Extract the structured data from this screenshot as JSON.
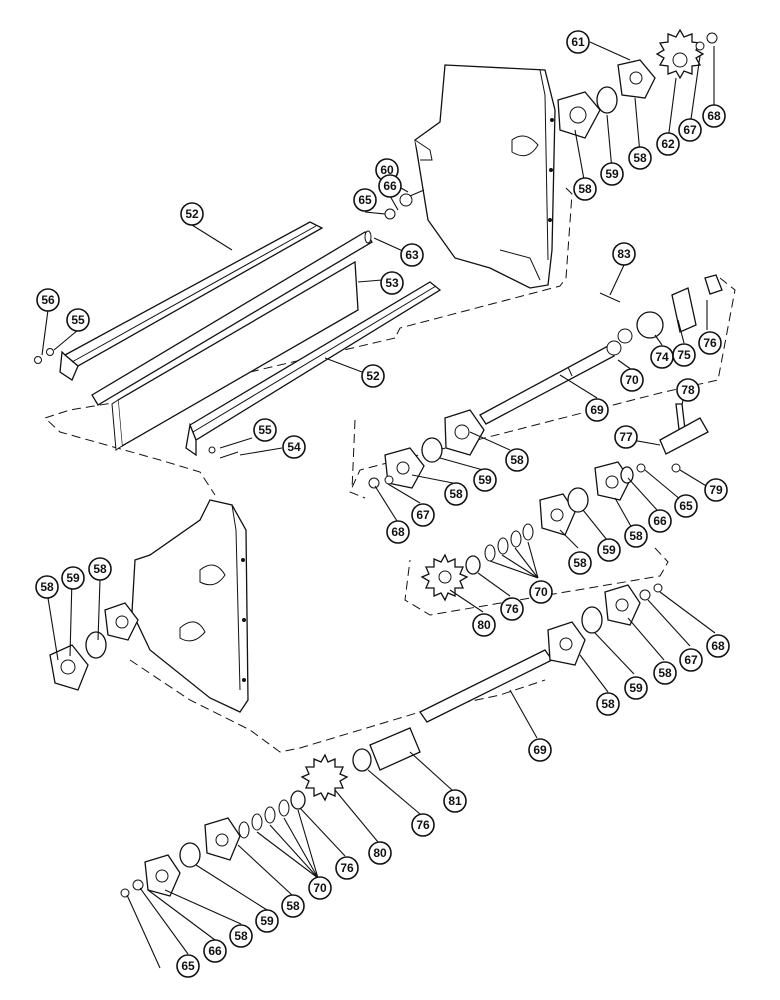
{
  "callouts": [
    {
      "id": "c61a",
      "label": "61"
    },
    {
      "id": "c62",
      "label": "62"
    },
    {
      "id": "c67a",
      "label": "67"
    },
    {
      "id": "c68a",
      "label": "68"
    },
    {
      "id": "c58a",
      "label": "58"
    },
    {
      "id": "c59a",
      "label": "59"
    },
    {
      "id": "c58b",
      "label": "58"
    },
    {
      "id": "c60",
      "label": "60"
    },
    {
      "id": "c66a",
      "label": "66"
    },
    {
      "id": "c65a",
      "label": "65"
    },
    {
      "id": "c63",
      "label": "63"
    },
    {
      "id": "c52a",
      "label": "52"
    },
    {
      "id": "c53",
      "label": "53"
    },
    {
      "id": "c52b",
      "label": "52"
    },
    {
      "id": "c56",
      "label": "56"
    },
    {
      "id": "c55a",
      "label": "55"
    },
    {
      "id": "c55b",
      "label": "55"
    },
    {
      "id": "c54",
      "label": "54"
    },
    {
      "id": "c83",
      "label": "83"
    },
    {
      "id": "c74",
      "label": "74"
    },
    {
      "id": "c75",
      "label": "75"
    },
    {
      "id": "c76a",
      "label": "76"
    },
    {
      "id": "c70a",
      "label": "70"
    },
    {
      "id": "c69a",
      "label": "69"
    },
    {
      "id": "c58c",
      "label": "58"
    },
    {
      "id": "c59b",
      "label": "59"
    },
    {
      "id": "c58d",
      "label": "58"
    },
    {
      "id": "c67b",
      "label": "67"
    },
    {
      "id": "c68b",
      "label": "68"
    },
    {
      "id": "c78",
      "label": "78"
    },
    {
      "id": "c77",
      "label": "77"
    },
    {
      "id": "c79",
      "label": "79"
    },
    {
      "id": "c65b",
      "label": "65"
    },
    {
      "id": "c66b",
      "label": "66"
    },
    {
      "id": "c58e",
      "label": "58"
    },
    {
      "id": "c59c",
      "label": "59"
    },
    {
      "id": "c58f",
      "label": "58"
    },
    {
      "id": "c70b",
      "label": "70"
    },
    {
      "id": "c76b",
      "label": "76"
    },
    {
      "id": "c80a",
      "label": "80"
    },
    {
      "id": "c58g",
      "label": "58"
    },
    {
      "id": "c59d",
      "label": "59"
    },
    {
      "id": "c58h",
      "label": "58"
    },
    {
      "id": "c67c",
      "label": "67"
    },
    {
      "id": "c68c",
      "label": "68"
    },
    {
      "id": "c58i",
      "label": "58"
    },
    {
      "id": "c59e",
      "label": "59"
    },
    {
      "id": "c58j",
      "label": "58"
    },
    {
      "id": "c69b",
      "label": "69"
    },
    {
      "id": "c81",
      "label": "81"
    },
    {
      "id": "c76c",
      "label": "76"
    },
    {
      "id": "c80b",
      "label": "80"
    },
    {
      "id": "c76d",
      "label": "76"
    },
    {
      "id": "c70c",
      "label": "70"
    },
    {
      "id": "c58k",
      "label": "58"
    },
    {
      "id": "c59f",
      "label": "59"
    },
    {
      "id": "c58l",
      "label": "58"
    },
    {
      "id": "c66c",
      "label": "66"
    },
    {
      "id": "c65c",
      "label": "65"
    }
  ]
}
